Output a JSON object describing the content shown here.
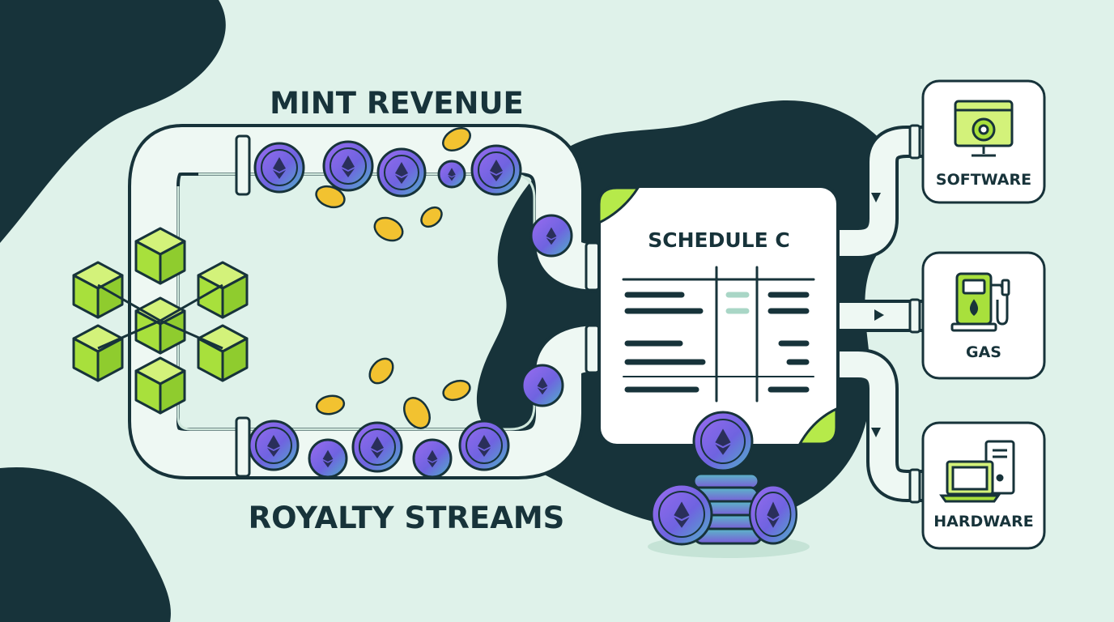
{
  "labels": {
    "top": "MINT REVENUE",
    "bottom": "ROYALTY STREAMS"
  },
  "form": {
    "title": "SCHEDULE C"
  },
  "categories": [
    {
      "label": "SOFTWARE",
      "icon": "software-monitor-gear-icon"
    },
    {
      "label": "GAS",
      "icon": "gas-pump-icon"
    },
    {
      "label": "HARDWARE",
      "icon": "laptop-tower-icon"
    }
  ],
  "colors": {
    "background": "#dff2ea",
    "blob": "#17333a",
    "accent_green": "#b6ea4a",
    "coin_purple": "#7a5ad8",
    "coin_gold": "#f2c230",
    "pipe": "#eef8f3",
    "ink": "#17333a"
  }
}
